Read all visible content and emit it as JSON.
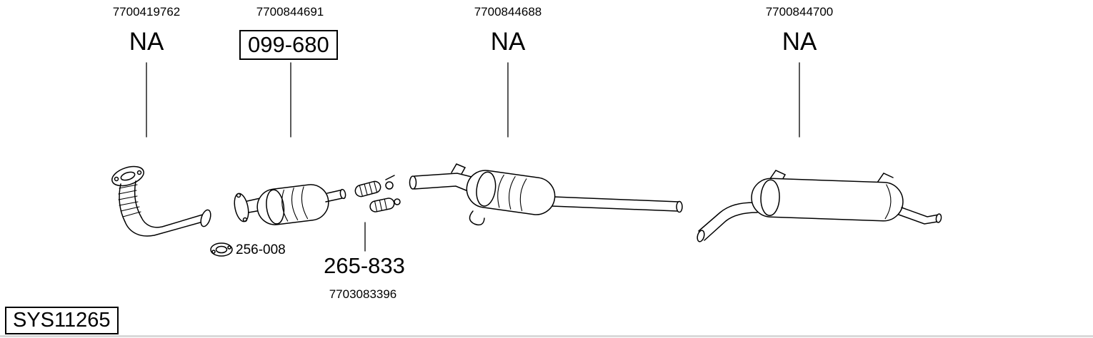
{
  "callouts": [
    {
      "ref": "7700419762",
      "label": "NA"
    },
    {
      "ref": "7700844691",
      "label": "099-680"
    },
    {
      "ref": "7700844688",
      "label": "NA"
    },
    {
      "ref": "7700844700",
      "label": "NA"
    }
  ],
  "annotations": {
    "gasket_label": "256-008",
    "mounting_label": "265-833",
    "mounting_ref": "7703083396"
  },
  "footer": {
    "system_code": "SYS11265"
  },
  "colors": {
    "line": "#000000",
    "background": "#ffffff",
    "bottom_border": "#d9d9d9"
  },
  "icons": {
    "gasket_icon": "oval-gasket-with-bolt-holes"
  }
}
